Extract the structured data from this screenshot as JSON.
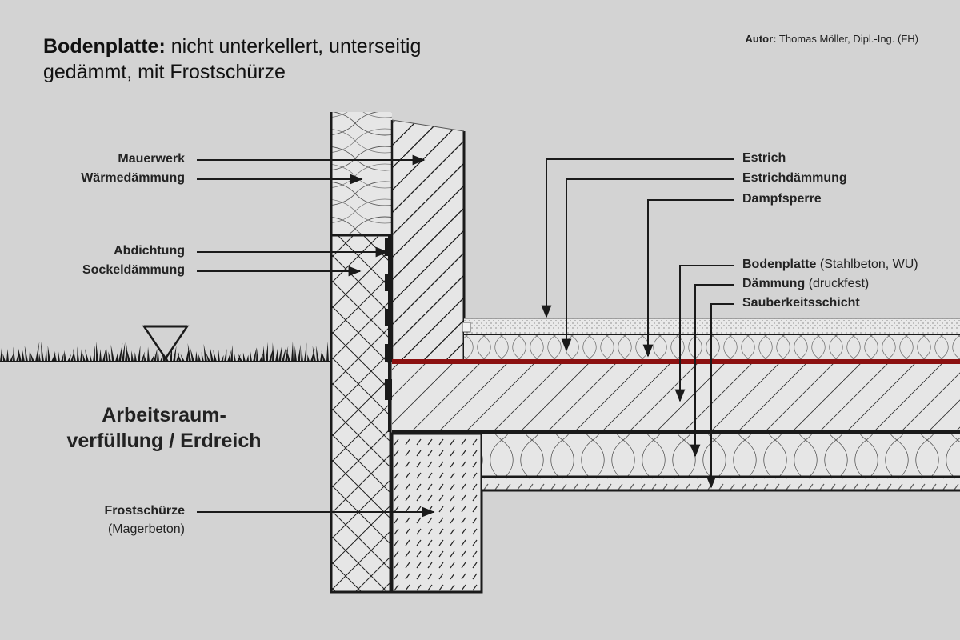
{
  "header": {
    "title_bold": "Bodenplatte:",
    "title_line1": "nicht unterkellert, unterseitig",
    "title_line2": "gedämmt, mit Frostschürze",
    "author_label": "Autor:",
    "author_name": "Thomas Möller, Dipl.-Ing. (FH)"
  },
  "labels_left": {
    "mauerwerk": "Mauerwerk",
    "waermedaemmung": "Wärmedämmung",
    "abdichtung": "Abdichtung",
    "sockeldaemmung": "Sockeldämmung",
    "frostschuerze": "Frostschürze",
    "frostschuerze_note": "(Magerbeton)"
  },
  "labels_right": {
    "estrich": "Estrich",
    "estrichdaemmung": "Estrichdämmung",
    "dampfsperre": "Dampfsperre",
    "bodenplatte": "Bodenplatte",
    "bodenplatte_note": "(Stahlbeton, WU)",
    "daemmung": "Dämmung",
    "daemmung_note": "(druckfest)",
    "sauberkeitsschicht": "Sauberkeitsschicht"
  },
  "fill_label": {
    "line1": "Arbeitsraum-",
    "line2": "verfüllung / Erdreich"
  },
  "colors": {
    "background": "#d3d3d3",
    "outline": "#1a1a1a",
    "material_fill": "#e6e6e6",
    "vapor_barrier": "#8b1010"
  }
}
